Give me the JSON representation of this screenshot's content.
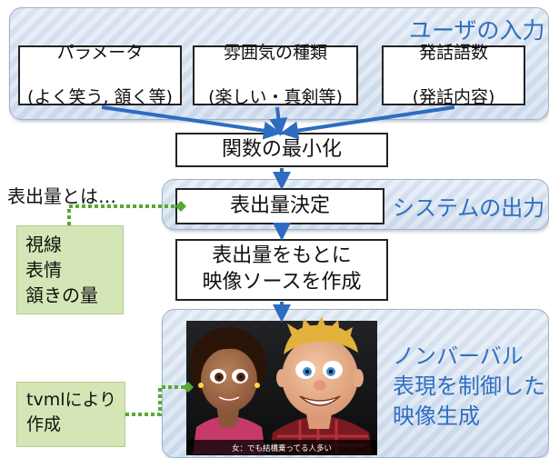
{
  "diagram": {
    "user_input_label": "ユーザの入力",
    "inputs": [
      {
        "line1": "パラメータ",
        "line2": "(よく笑う, 頷く等)"
      },
      {
        "line1": "雰囲気の種類",
        "line2": "(楽しい・真剣等)"
      },
      {
        "line1": "発話語数",
        "line2": "(発話内容)"
      }
    ],
    "minimize_label": "関数の最小化",
    "expression_question": "表出量とは…",
    "expression_decision": "表出量決定",
    "system_output_label": "システムの出力",
    "expression_items": "視線\n表情\n頷きの量",
    "video_source_label": "表出量をもとに\n映像ソースを作成",
    "tvml_note": "tvmlにより\n作成",
    "nonverbal_label": "ノンバーバル\n表現を制御した\n映像生成",
    "subtitle": "女：でも結構乗ってる人多い"
  },
  "colors": {
    "arrow_blue": "#2d6cc0",
    "label_blue": "#2f6fc0",
    "connector_green": "#5aa832",
    "green_box": "#d4e6b5"
  }
}
